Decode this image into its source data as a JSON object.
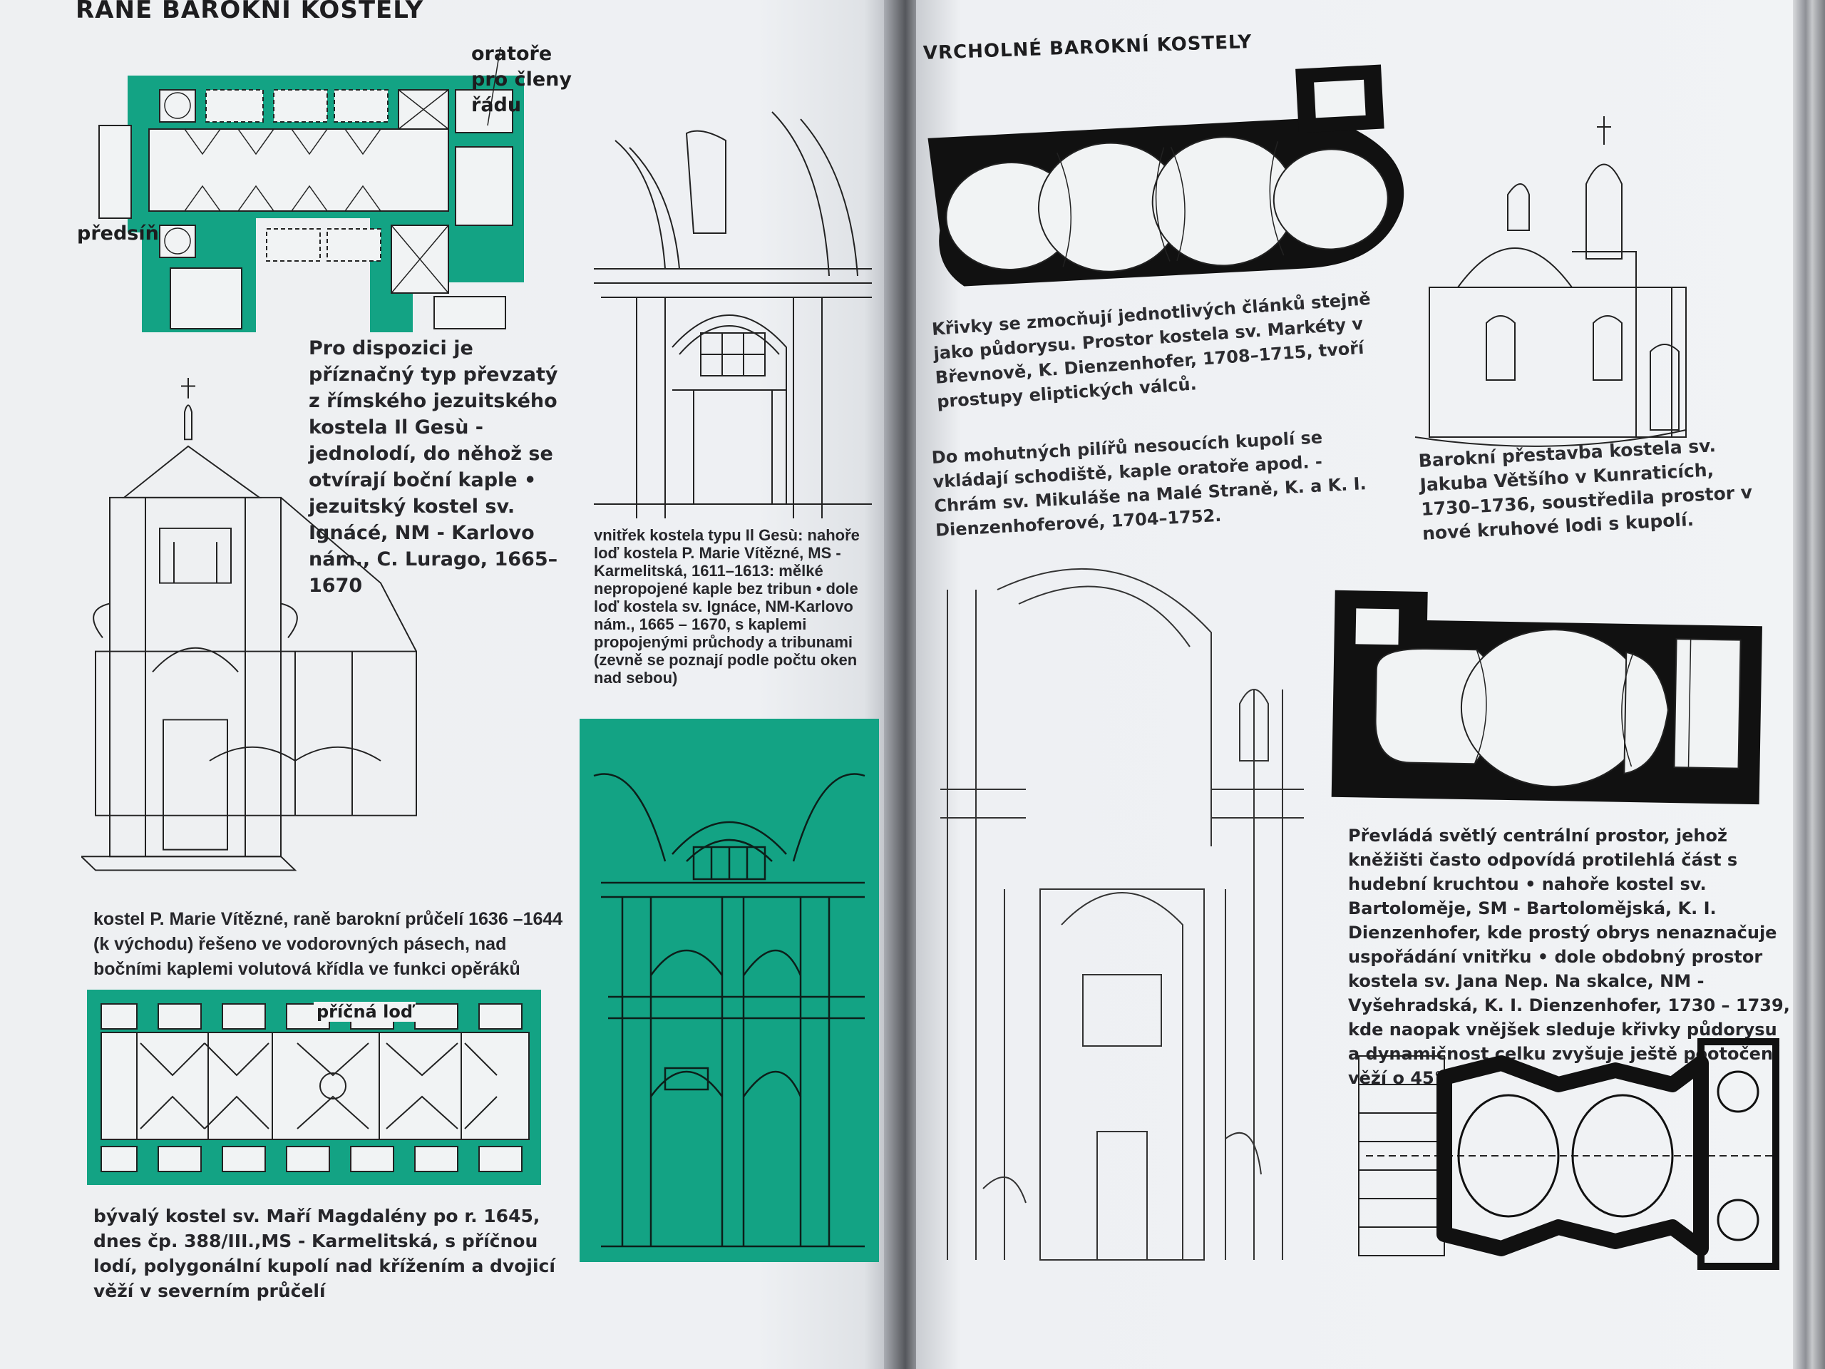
{
  "left_page": {
    "title": "RANÉ BAROKNÍ KOSTELY",
    "plan_label_oratore": "oratoře pro členy řádu",
    "plan_label_predsin": "předsíň",
    "plan2_label": "příčná loď",
    "caption_il_gesu": "Pro dispozici je příznačný typ převzatý z římského jezuitského kostela Il Gesù - jednolodí, do něhož se otvírají boční kaple • jezuitský kostel sv. Ignácé, NM - Karlovo nám., C. Lurago, 1665–1670",
    "caption_interior": "vnitřek kostela typu Il Gesù: nahoře loď kostela P. Marie Vítězné, MS - Karmelitská, 1611–1613: mělké nepropojené kaple bez tribun • dole loď kostela sv. Ignáce, NM-Karlovo nám., 1665 – 1670, s kaplemi propojenými průchody a tribunami (zevně se poznají podle počtu oken nad sebou)",
    "caption_facade": "kostel P. Marie Vítězné, raně barokní průčelí 1636 –1644 (k východu) řešeno ve vodorovných pásech, nad bočními kaplemi volutová křídla ve funkci opěráků",
    "caption_magdalena": "bývalý kostel sv. Maří Magdalény po r. 1645, dnes čp. 388/III.,MS - Karmelitská, s příčnou lodí, polygonální kupolí nad křížením a dvojicí věží v severním průčelí"
  },
  "right_page": {
    "title": "VRCHOLNÉ BAROKNÍ KOSTELY",
    "caption_brevnov": "Křivky se zmocňují jednotlivých článků stejně jako půdorysu. Prostor kostela sv. Markéty v Břevnově, K. Dienzenhofer, 1708–1715, tvoří prostupy eliptických válců.",
    "caption_mikulas": "Do mohutných pilířů nesoucích kupolí se vkládají schodiště, kaple oratoře apod. - Chrám sv. Mikuláše na Malé Straně, K. a K. I. Dienzenhoferové, 1704–1752.",
    "caption_kunratice": "Barokní přestavba kostela sv. Jakuba Většího v Kunraticích, 1730–1736, soustředila prostor v nové kruhové lodi s kupolí.",
    "caption_bartolomej": "Převládá světlý centrální prostor, jehož kněžišti často odpovídá protilehlá část s hudební kruchtou • nahoře kostel sv. Bartoloměje, SM - Bartolomějská, K. I. Dienzenhofer, kde prostý obrys nenaznačuje uspořádání vnitřku • dole obdobný prostor kostela sv. Jana Nep. Na skalce, NM - Vyšehradská, K. I. Dienzenhofer, 1730 – 1739, kde naopak vnějšek sleduje křivky půdorysu a dynamičnost celku zvyšuje ještě pootočení věží o 45°."
  },
  "colors": {
    "accent_green": "#13a384",
    "ink": "#1d1d1f",
    "paper": "#eef0f3"
  }
}
